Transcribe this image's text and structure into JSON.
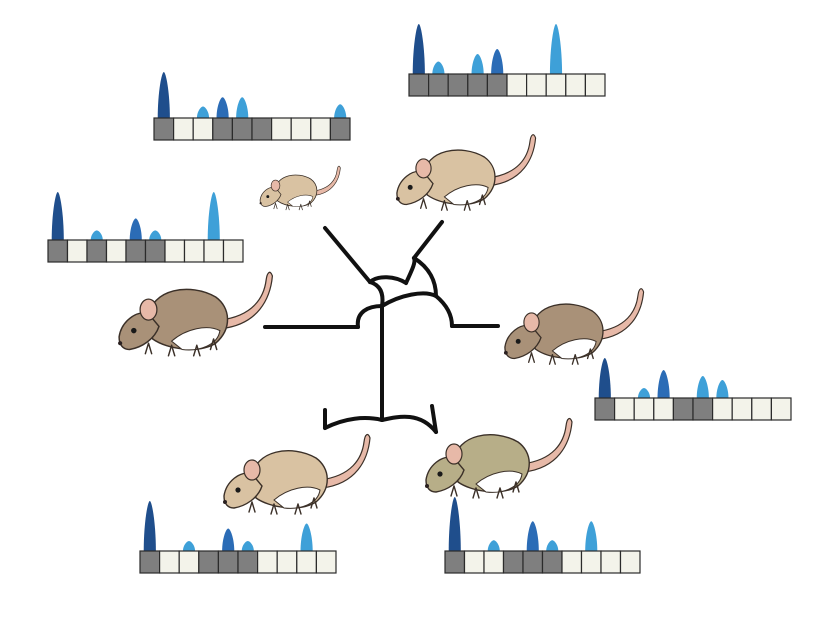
{
  "colors": {
    "background": "#ffffff",
    "tree_stroke": "#111111",
    "box_filled": "#7f7f7f",
    "box_empty": "#f3f3ea",
    "box_border": "#2b2b2b",
    "peak_dark": "#1f4e8c",
    "peak_mid": "#2b6cb6",
    "peak_light": "#3ea0d8",
    "mouse_tan": "#d9c2a2",
    "mouse_brown": "#a99178",
    "mouse_olive": "#b7ae88",
    "mouse_belly": "#ffffff",
    "mouse_ear": "#e7b9a8",
    "mouse_outline": "#3b3028"
  },
  "icons": {
    "mouse": "mouse-icon",
    "tree": "phylogenetic-tree",
    "track": "sequence-track"
  },
  "tracks": [
    {
      "id": "top-left",
      "states": [
        1,
        0,
        0,
        1,
        1,
        1,
        0,
        0,
        0,
        1
      ],
      "peaks": [
        {
          "box": 0,
          "h": 1.0,
          "c": "dark"
        },
        {
          "box": 2,
          "h": 0.25,
          "c": "light"
        },
        {
          "box": 3,
          "h": 0.45,
          "c": "mid"
        },
        {
          "box": 4,
          "h": 0.45,
          "c": "light"
        },
        {
          "box": 9,
          "h": 0.3,
          "c": "light"
        }
      ]
    },
    {
      "id": "top-right",
      "states": [
        1,
        1,
        1,
        1,
        1,
        0,
        0,
        0,
        0,
        0
      ],
      "peaks": [
        {
          "box": 0,
          "h": 1.0,
          "c": "dark"
        },
        {
          "box": 1,
          "h": 0.25,
          "c": "light"
        },
        {
          "box": 3,
          "h": 0.4,
          "c": "light"
        },
        {
          "box": 4,
          "h": 0.5,
          "c": "mid"
        },
        {
          "box": 7,
          "h": 1.0,
          "c": "light"
        }
      ]
    },
    {
      "id": "mid-left",
      "states": [
        1,
        0,
        1,
        0,
        1,
        1,
        0,
        0,
        0,
        0
      ],
      "peaks": [
        {
          "box": 0,
          "h": 1.0,
          "c": "dark"
        },
        {
          "box": 2,
          "h": 0.2,
          "c": "light"
        },
        {
          "box": 4,
          "h": 0.45,
          "c": "mid"
        },
        {
          "box": 5,
          "h": 0.2,
          "c": "light"
        },
        {
          "box": 8,
          "h": 1.0,
          "c": "light"
        }
      ]
    },
    {
      "id": "right",
      "states": [
        1,
        0,
        0,
        0,
        1,
        1,
        0,
        0,
        0,
        0
      ],
      "peaks": [
        {
          "box": 0,
          "h": 1.0,
          "c": "dark"
        },
        {
          "box": 2,
          "h": 0.25,
          "c": "light"
        },
        {
          "box": 3,
          "h": 0.7,
          "c": "mid"
        },
        {
          "box": 5,
          "h": 0.55,
          "c": "light"
        },
        {
          "box": 6,
          "h": 0.45,
          "c": "light"
        }
      ]
    },
    {
      "id": "bottom-left",
      "states": [
        1,
        0,
        0,
        1,
        1,
        1,
        0,
        0,
        0,
        0
      ],
      "peaks": [
        {
          "box": 0,
          "h": 1.0,
          "c": "dark"
        },
        {
          "box": 2,
          "h": 0.2,
          "c": "light"
        },
        {
          "box": 4,
          "h": 0.45,
          "c": "mid"
        },
        {
          "box": 5,
          "h": 0.2,
          "c": "light"
        },
        {
          "box": 8,
          "h": 0.55,
          "c": "light"
        }
      ]
    },
    {
      "id": "bottom-right",
      "states": [
        1,
        0,
        0,
        1,
        1,
        1,
        0,
        0,
        0,
        0
      ],
      "peaks": [
        {
          "box": 0,
          "h": 1.0,
          "c": "dark"
        },
        {
          "box": 2,
          "h": 0.2,
          "c": "light"
        },
        {
          "box": 4,
          "h": 0.55,
          "c": "mid"
        },
        {
          "box": 5,
          "h": 0.2,
          "c": "light"
        },
        {
          "box": 7,
          "h": 0.55,
          "c": "light"
        }
      ]
    }
  ],
  "mice": [
    {
      "id": "small-top",
      "fur": "tan"
    },
    {
      "id": "upper-right",
      "fur": "tan"
    },
    {
      "id": "left",
      "fur": "brown"
    },
    {
      "id": "right",
      "fur": "brown"
    },
    {
      "id": "lower-left",
      "fur": "tan"
    },
    {
      "id": "lower-right",
      "fur": "olive"
    }
  ]
}
